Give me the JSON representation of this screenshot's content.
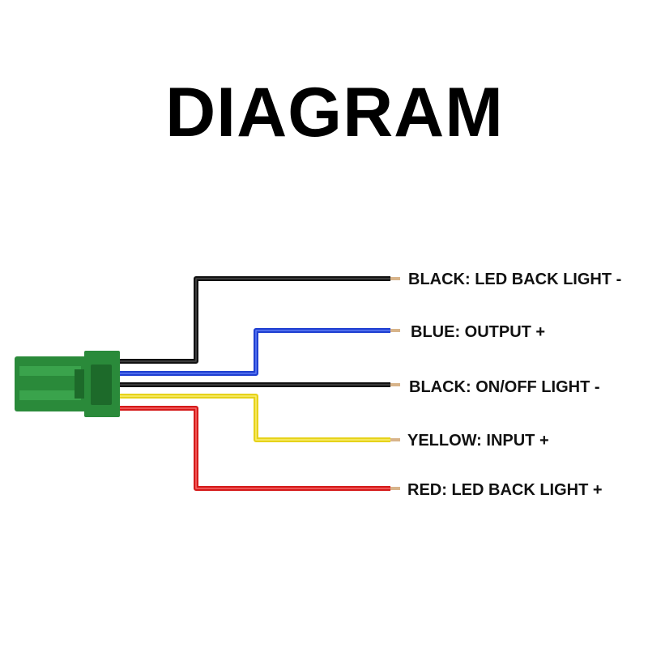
{
  "title": "DIAGRAM",
  "connector": {
    "body_color": "#2a8a3a",
    "dark_color": "#1d6a2a",
    "light_color": "#3aa34c"
  },
  "pin_color": "#d8b48a",
  "wires": [
    {
      "label": "BLACK: LED BACK LIGHT  -",
      "color": "#111111",
      "highlight": "#555555"
    },
    {
      "label": "BLUE: OUTPUT  +",
      "color": "#1f3fd1",
      "highlight": "#6f8bff"
    },
    {
      "label": "BLACK: ON/OFF LIGHT -",
      "color": "#111111",
      "highlight": "#555555"
    },
    {
      "label": "YELLOW: INPUT +",
      "color": "#e6d21a",
      "highlight": "#fff58a"
    },
    {
      "label": "RED: LED BACK LIGHT +",
      "color": "#d51a1a",
      "highlight": "#ff7a7a"
    }
  ]
}
